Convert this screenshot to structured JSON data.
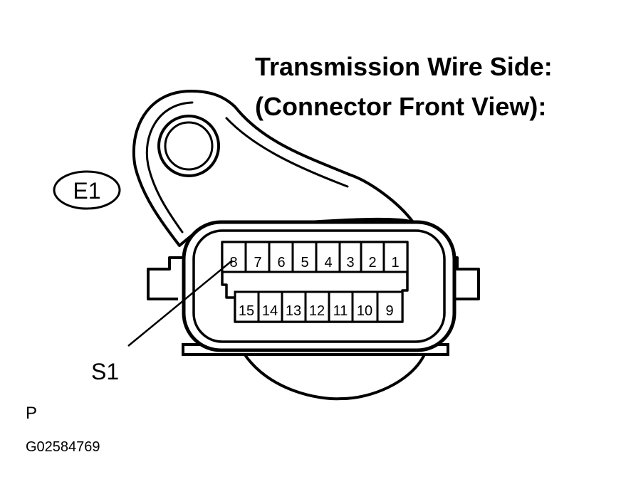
{
  "title": {
    "line1": "Transmission Wire Side:",
    "line2": "(Connector Front View):"
  },
  "connector_code": "E1",
  "callout": "S1",
  "pins_top_row": [
    "8",
    "7",
    "6",
    "5",
    "4",
    "3",
    "2",
    "1"
  ],
  "pins_bottom_row": [
    "15",
    "14",
    "13",
    "12",
    "11",
    "10",
    "9"
  ],
  "footer": {
    "letter": "P",
    "figure_id": "G02584769"
  },
  "colors": {
    "ink": "#000000",
    "paper": "#ffffff"
  }
}
